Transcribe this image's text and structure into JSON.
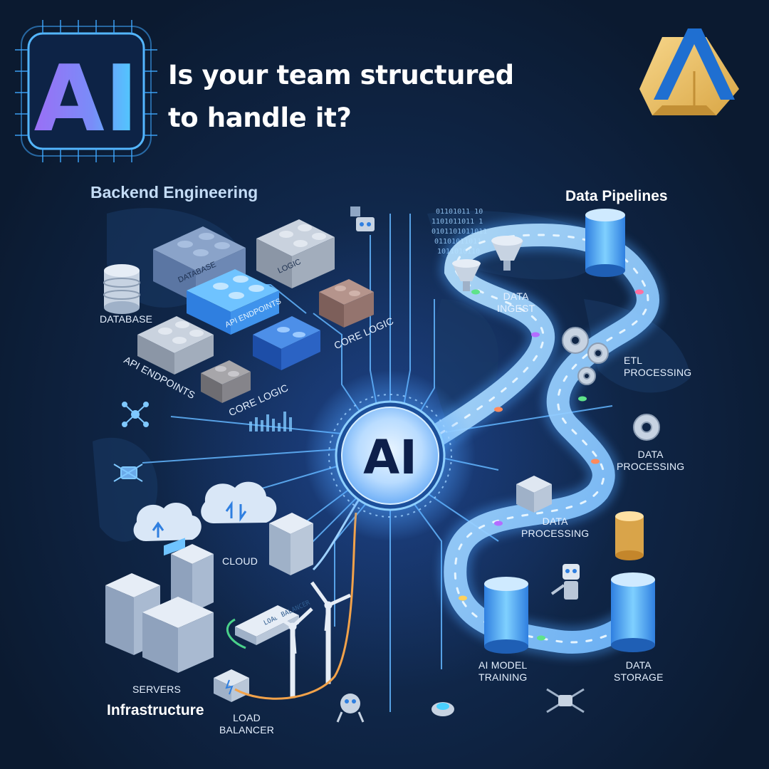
{
  "headline": {
    "line1": "Is your team structured",
    "line2": "to handle it?"
  },
  "badge": {
    "text": "AI"
  },
  "hub": {
    "text": "AI"
  },
  "sections": {
    "backend": "Backend Engineering",
    "pipelines": "Data Pipelines",
    "infrastructure": "Infrastructure"
  },
  "backend_labels": {
    "database": "DATABASE",
    "database_block": "DATABASE",
    "logic_block": "LOGIC",
    "api_block": "API ENDPOINTS",
    "api_endpoints": "API ENDPOINTS",
    "core_logic_block": "CORE LOGIC",
    "core_logic": "CORE LOGIC"
  },
  "pipeline_labels": {
    "data_ingest": [
      "DATA",
      "INGEST"
    ],
    "etl": [
      "ETL",
      "PROCESSING"
    ],
    "data_processing_right": [
      "DATA",
      "PROCESSING"
    ],
    "data_processing_mid": [
      "DATA",
      "PROCESSING"
    ],
    "ai_model_training": [
      "AI MODEL",
      "TRAINING"
    ],
    "data_storage": [
      "DATA",
      "STORAGE"
    ]
  },
  "infra_labels": {
    "cloud": "CLOUD",
    "servers": "SERVERS",
    "load_balancer": [
      "LOAD",
      "BALANCER"
    ],
    "balancer_device": "LOAD BALANCER"
  },
  "binary_stream": [
    "01101011 10",
    "1101011011 1",
    "0101101011011",
    "01101011011",
    "1011010110"
  ],
  "colors": {
    "background": "#0b1a30",
    "glow": "#4ea3ff",
    "badge_purple": "#8b6cf2",
    "badge_cyan": "#4ad1ff",
    "logo_gold": "#f2c469",
    "logo_blue": "#1f6fd1"
  },
  "icons": [
    "ai-badge",
    "company-logo",
    "lego-block",
    "database-icon",
    "cloud-icon",
    "server-rack",
    "wind-turbine",
    "robot-icon",
    "gear-icon",
    "funnel-icon",
    "storage-tank",
    "drone-icon"
  ]
}
